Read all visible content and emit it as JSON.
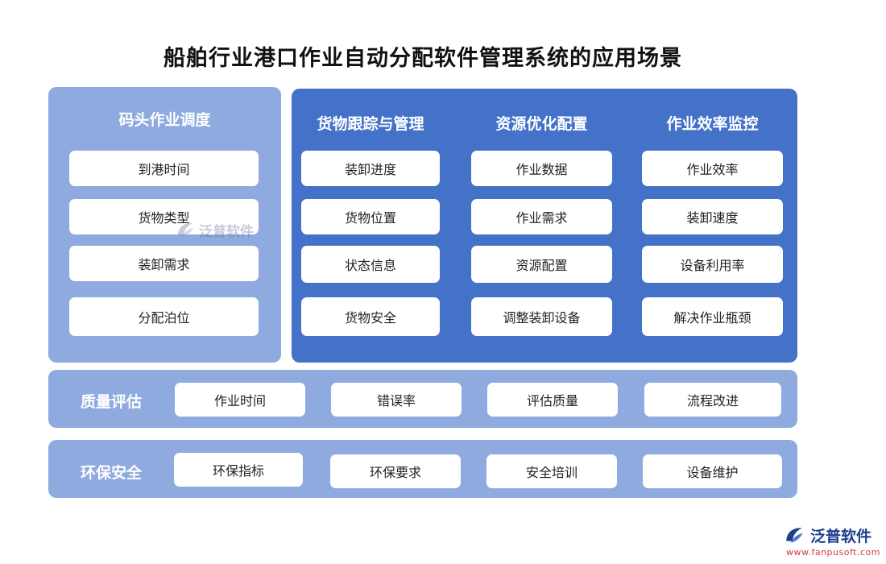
{
  "title": "船舶行业港口作业自动分配软件管理系统的应用场景",
  "dock": {
    "heading": "码头作业调度",
    "items": [
      "到港时间",
      "货物类型",
      "装卸需求",
      "分配泊位"
    ]
  },
  "columns": [
    {
      "heading": "货物跟踪与管理",
      "items": [
        "装卸进度",
        "货物位置",
        "状态信息",
        "货物安全"
      ]
    },
    {
      "heading": "资源优化配置",
      "items": [
        "作业数据",
        "作业需求",
        "资源配置",
        "调整装卸设备"
      ]
    },
    {
      "heading": "作业效率监控",
      "items": [
        "作业效率",
        "装卸速度",
        "设备利用率",
        "解决作业瓶颈"
      ]
    }
  ],
  "quality": {
    "label": "质量评估",
    "items": [
      "作业时间",
      "错误率",
      "评估质量",
      "流程改进"
    ]
  },
  "environment": {
    "label": "环保安全",
    "items": [
      "环保指标",
      "环保要求",
      "安全培训",
      "设备维护"
    ]
  },
  "brand": {
    "name": "泛普软件",
    "url": "www.fanpusoft.com",
    "colors": {
      "primary": "#1c3f8c",
      "accent": "#d43c3c"
    }
  },
  "colors": {
    "panel_light": "#8eaadf",
    "panel_dark": "#4472c9",
    "box": "#ffffff"
  }
}
